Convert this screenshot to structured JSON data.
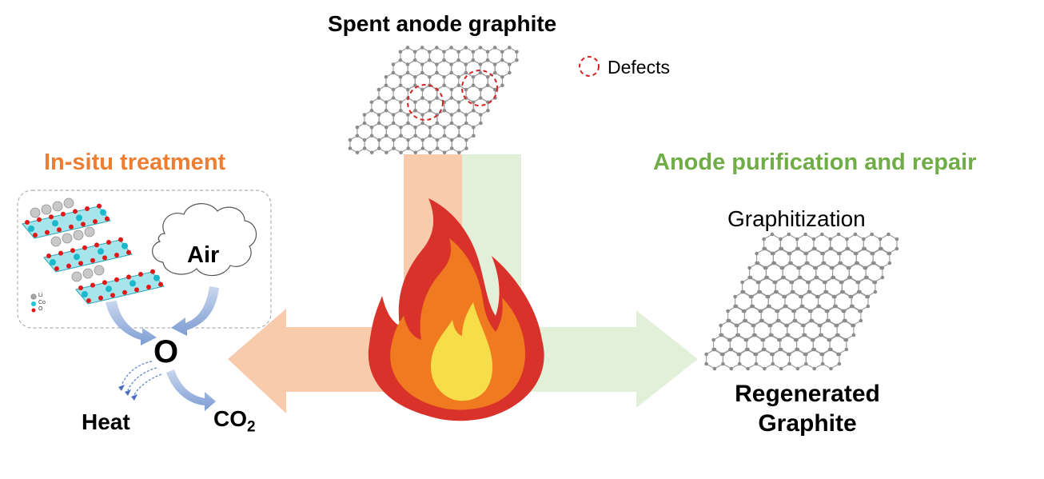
{
  "title": "Spent anode graphite",
  "legend_defects": "Defects",
  "left_heading": "In-situ treatment",
  "right_heading": "Anode purification and repair",
  "graphitization": "Graphitization",
  "air": "Air",
  "oxygen": "O",
  "heat": "Heat",
  "co2": {
    "base": "CO",
    "sub": "2"
  },
  "regenerated": "Regenerated Graphite",
  "crystal_legend": [
    "Li",
    "Co",
    "O"
  ],
  "colors": {
    "orange_heading": "#ED7D31",
    "green_heading": "#70AD47",
    "orange_arrow": "#F8CBAD",
    "green_arrow": "#E2F0D9",
    "defect_circle": "#D62020",
    "flame_outer": "#D9322B",
    "flame_mid": "#F07A1F",
    "flame_inner": "#F6DE4A",
    "blue_arrow": "#8FAADC"
  }
}
